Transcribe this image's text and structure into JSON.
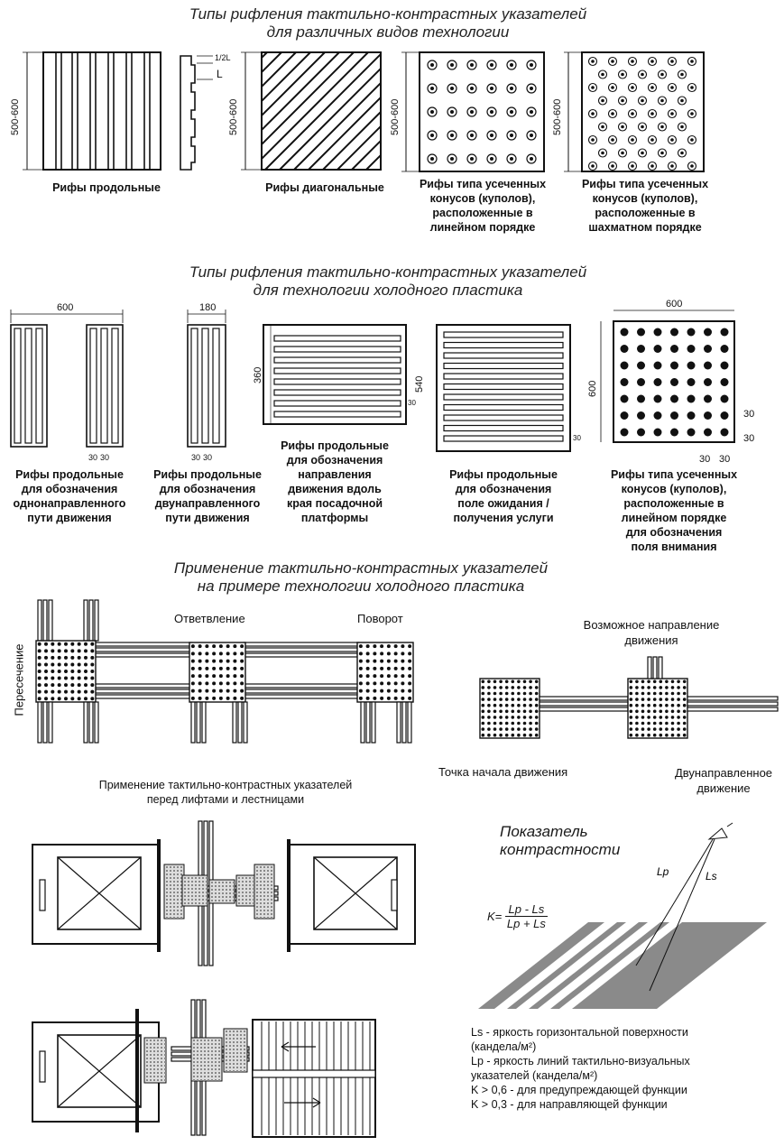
{
  "section1": {
    "title_line1": "Типы рифления тактильно-контрастных указателей",
    "title_line2": "для различных видов технологии",
    "dim_500_600": "500-600",
    "dim_half_l": "1/2L",
    "dim_l": "L",
    "captions": {
      "longitudinal": "Рифы продольные",
      "diagonal": "Рифы диагональные",
      "cones_linear": [
        "Рифы типа усеченных",
        "конусов (куполов),",
        "расположенные в",
        "линейном порядке"
      ],
      "cones_staggered": [
        "Рифы типа усеченных",
        "конусов (куполов),",
        "расположенные в",
        "шахматном порядке"
      ]
    }
  },
  "section2": {
    "title_line1": "Типы рифления тактильно-контрастных указателей",
    "title_line2": "для технологии холодного пластика",
    "dims": {
      "d600": "600",
      "d180": "180",
      "d360": "360",
      "d540": "540",
      "d30": "30"
    },
    "captions": {
      "one_way": [
        "Рифы продольные",
        "для обозначения",
        "однонаправленного",
        "пути движения"
      ],
      "two_way": [
        "Рифы продольные",
        "для обозначения",
        "двунаправленного",
        "пути движения"
      ],
      "platform": [
        "Рифы продольные",
        "для обозначения",
        "направления",
        "движения вдоль",
        "края посадочной",
        "платформы"
      ],
      "waiting": [
        "Рифы продольные",
        "для обозначения",
        "поле ожидания /",
        "получения услуги"
      ],
      "attention": [
        "Рифы типа усеченных",
        "конусов (куполов),",
        "расположенные в",
        "линейном порядке",
        "для обозначения",
        "поля внимания"
      ]
    }
  },
  "section3": {
    "title_line1": "Применение тактильно-контрастных указателей",
    "title_line2": "на примере технологии холодного пластика",
    "labels": {
      "intersection": "Пересечение",
      "branch": "Ответвление",
      "turn": "Поворот",
      "possible_direction": [
        "Возможное направление",
        "движения"
      ],
      "start_point": "Точка начала движения",
      "bidirectional": [
        "Двунаправленное",
        "движение"
      ]
    }
  },
  "section4": {
    "title_line1": "Применение тактильно-контрастных указателей",
    "title_line2": "перед лифтами и лестницами"
  },
  "contrast": {
    "title_line1": "Показатель",
    "title_line2": "контрастности",
    "formula_k": "K=",
    "numerator": "Lp - Ls",
    "denominator": "Lp + Ls",
    "lp": "Lp",
    "ls": "Ls",
    "legend": [
      "Ls - яркость горизонтальной поверхности",
      "(кандела/м²)",
      "Lp - яркость линий тактильно-визуальных",
      "указателей (кандела/м²)",
      "K > 0,6 - для предупреждающей функции",
      "K > 0,3 - для направляющей функции"
    ]
  }
}
